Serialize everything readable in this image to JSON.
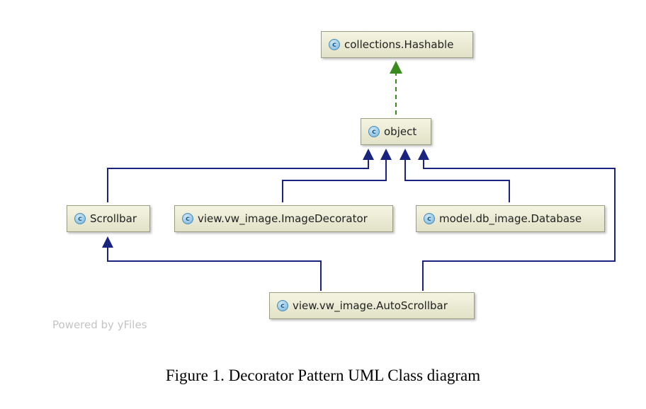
{
  "icon_letter": "c",
  "classes": {
    "hashable": "collections.Hashable",
    "object": "object",
    "scrollbar": "Scrollbar",
    "image_decorator": "view.vw_image.ImageDecorator",
    "database": "model.db_image.Database",
    "auto_scrollbar": "view.vw_image.AutoScrollbar"
  },
  "relations": [
    {
      "from": "object",
      "to": "collections.Hashable",
      "kind": "implements",
      "style": "dashed",
      "color": "#3a8a1e"
    },
    {
      "from": "Scrollbar",
      "to": "object",
      "kind": "extends",
      "style": "solid",
      "color": "#1a237e"
    },
    {
      "from": "view.vw_image.ImageDecorator",
      "to": "object",
      "kind": "extends",
      "style": "solid",
      "color": "#1a237e"
    },
    {
      "from": "model.db_image.Database",
      "to": "object",
      "kind": "extends",
      "style": "solid",
      "color": "#1a237e"
    },
    {
      "from": "view.vw_image.AutoScrollbar",
      "to": "object",
      "kind": "extends",
      "style": "solid",
      "color": "#1a237e"
    },
    {
      "from": "view.vw_image.AutoScrollbar",
      "to": "Scrollbar",
      "kind": "extends",
      "style": "solid",
      "color": "#1a237e"
    }
  ],
  "colors": {
    "generalization": "#1a237e",
    "realization": "#3a8a1e"
  },
  "watermark": "Powered by yFiles",
  "caption": "Figure 1. Decorator Pattern UML Class diagram"
}
